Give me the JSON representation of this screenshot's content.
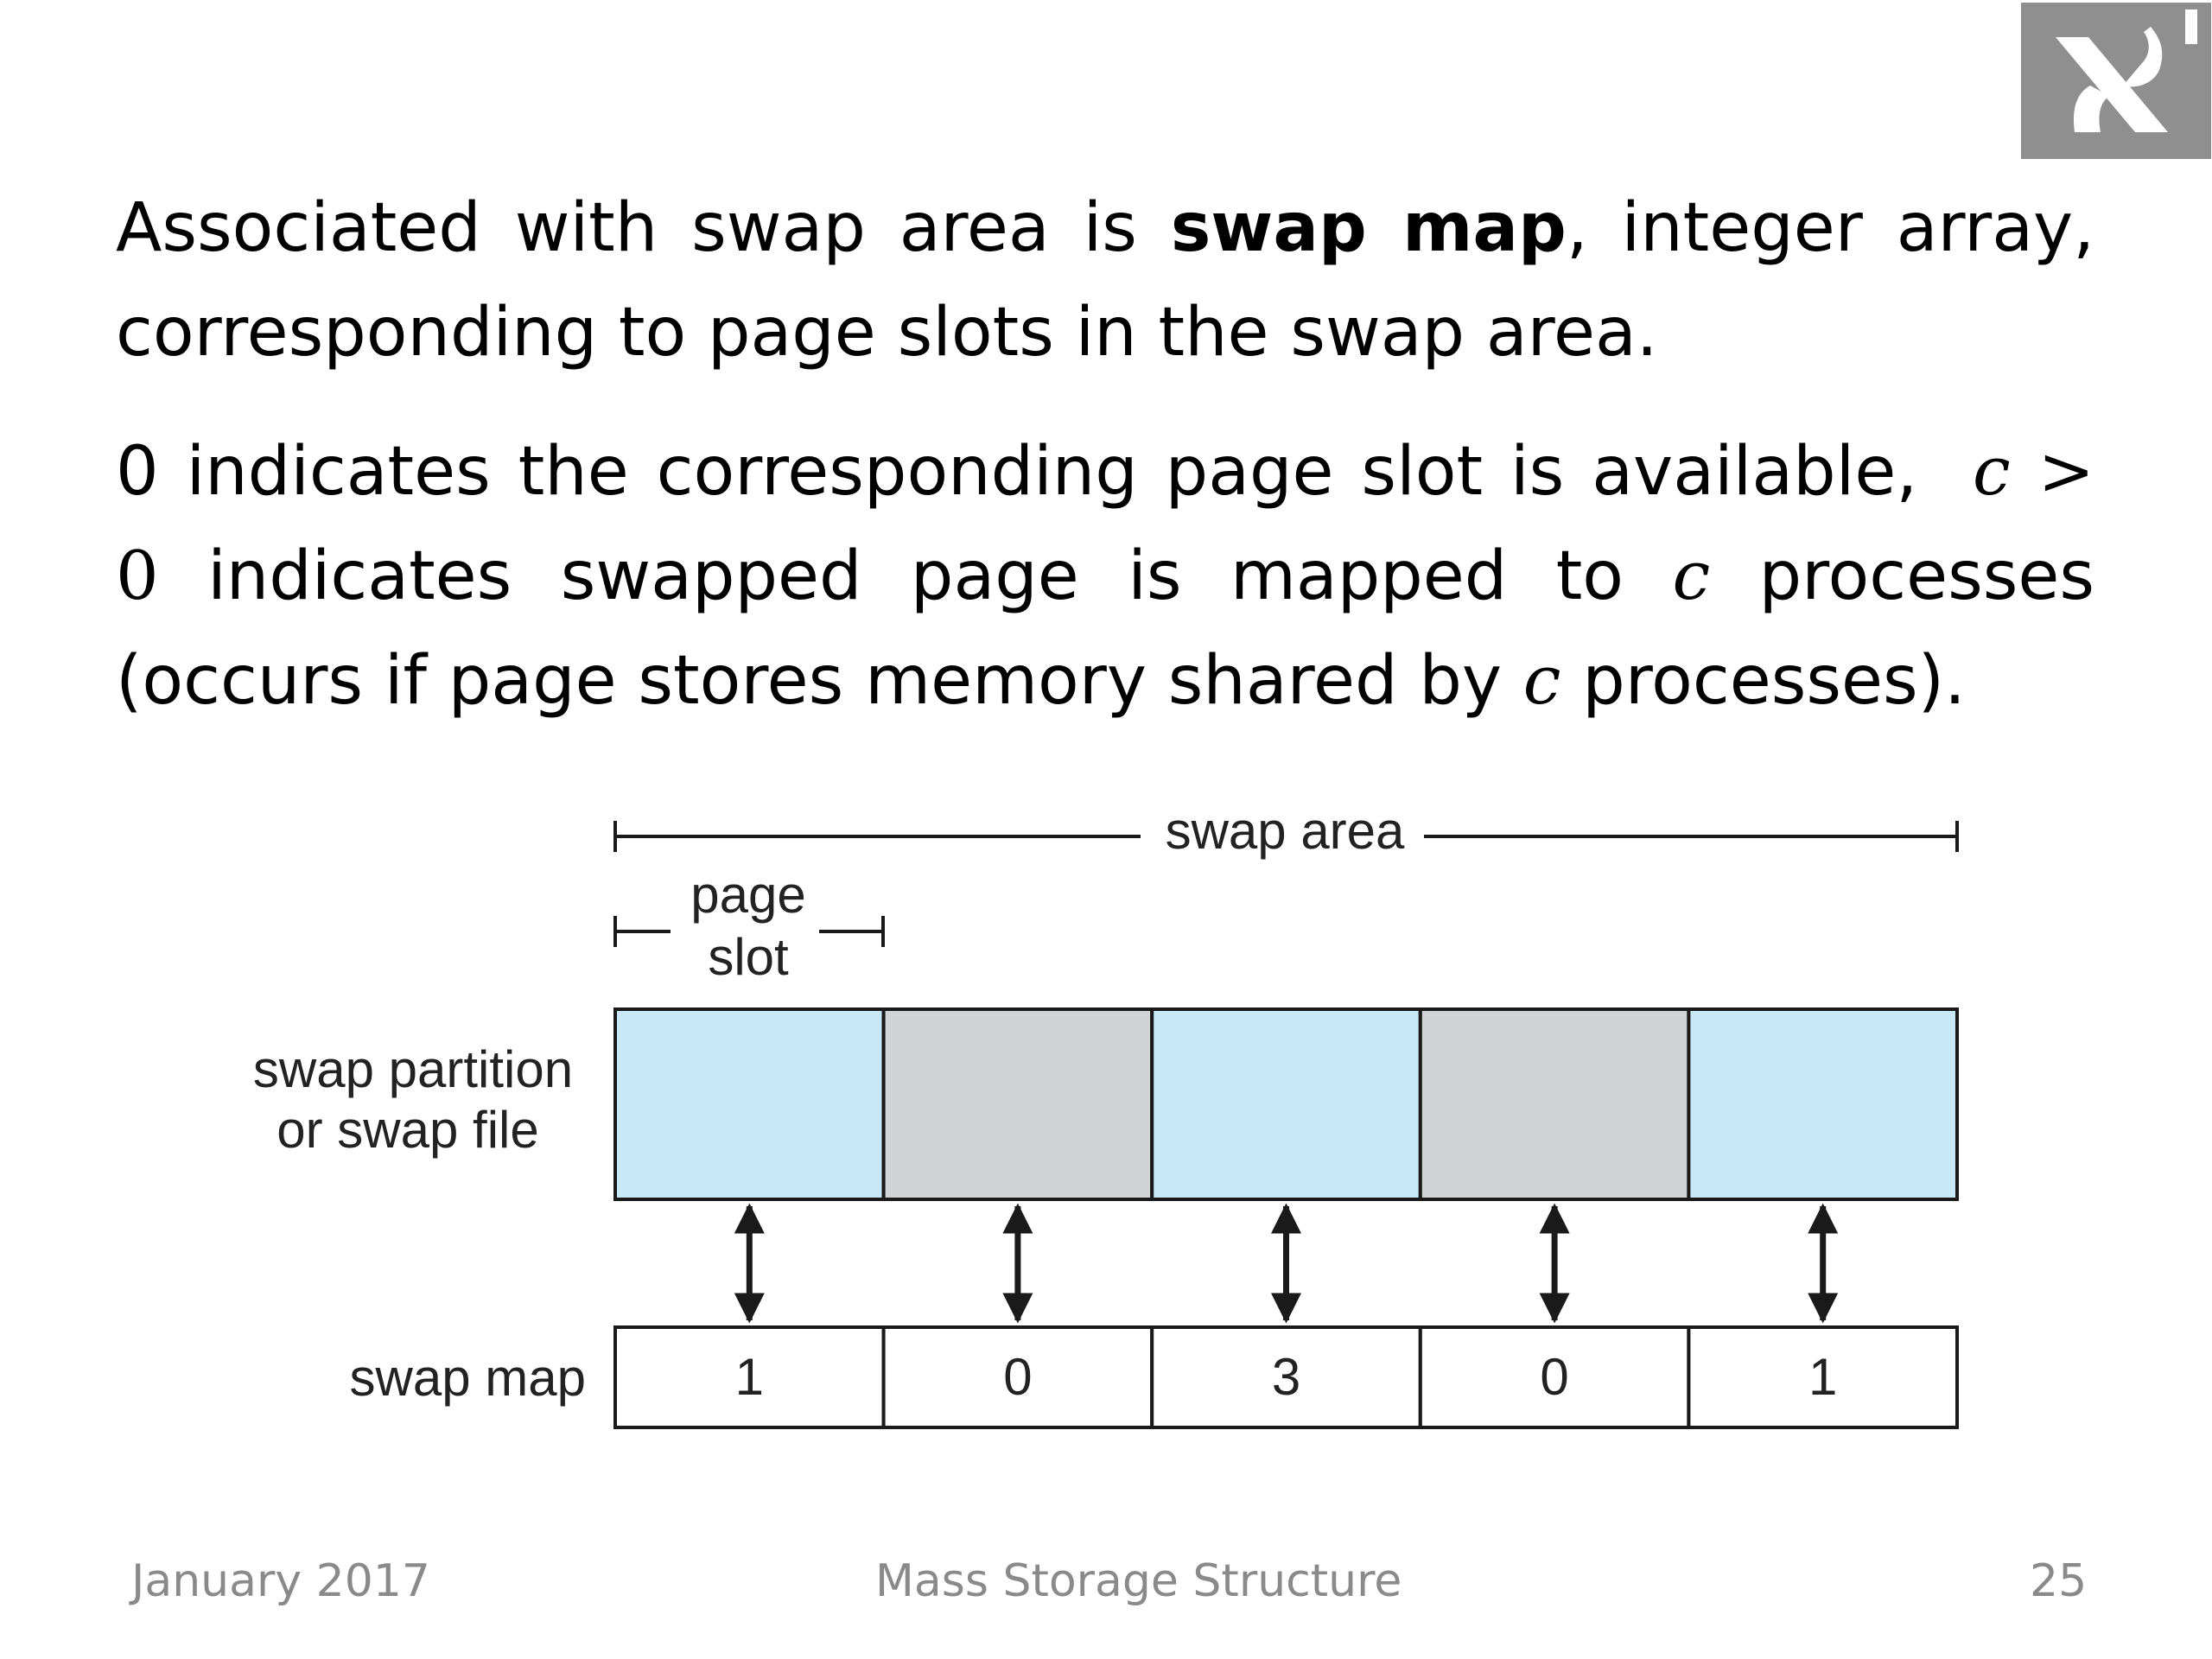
{
  "logo": {
    "icon": "aleph-logo-icon"
  },
  "paragraph1": {
    "line1": {
      "a": "Associated with swap area is",
      "bold": "swap map",
      "b": ", integer array,"
    },
    "line2": "corresponding to page slots in the swap area."
  },
  "paragraph2": {
    "line1_text": "0 indicates the corresponding page slot is available,",
    "line1_var": "c",
    "line1_op": ">",
    "line2_zero": "0",
    "line2_text": "indicates swapped page is mapped to",
    "line2_var": "c",
    "line2_tail": "processes",
    "line3_text": "(occurs if page stores memory shared by",
    "line3_var": "c",
    "line3_tail": "processes)."
  },
  "diagram": {
    "swap_area_label": "swap area",
    "page_slot_label_line1": "page",
    "page_slot_label_line2": "slot",
    "partition_label_line1": "swap partition",
    "partition_label_line2": "or swap file",
    "swap_map_label": "swap map",
    "slots": [
      {
        "state": "used",
        "count": "1"
      },
      {
        "state": "free",
        "count": "0"
      },
      {
        "state": "used",
        "count": "3"
      },
      {
        "state": "free",
        "count": "0"
      },
      {
        "state": "used",
        "count": "1"
      }
    ],
    "colors": {
      "used": "#c8e8f8",
      "free": "#d2d3d5",
      "stroke": "#1a1a1a"
    }
  },
  "footer": {
    "date": "January 2017",
    "title": "Mass Storage Structure",
    "page": "25"
  }
}
